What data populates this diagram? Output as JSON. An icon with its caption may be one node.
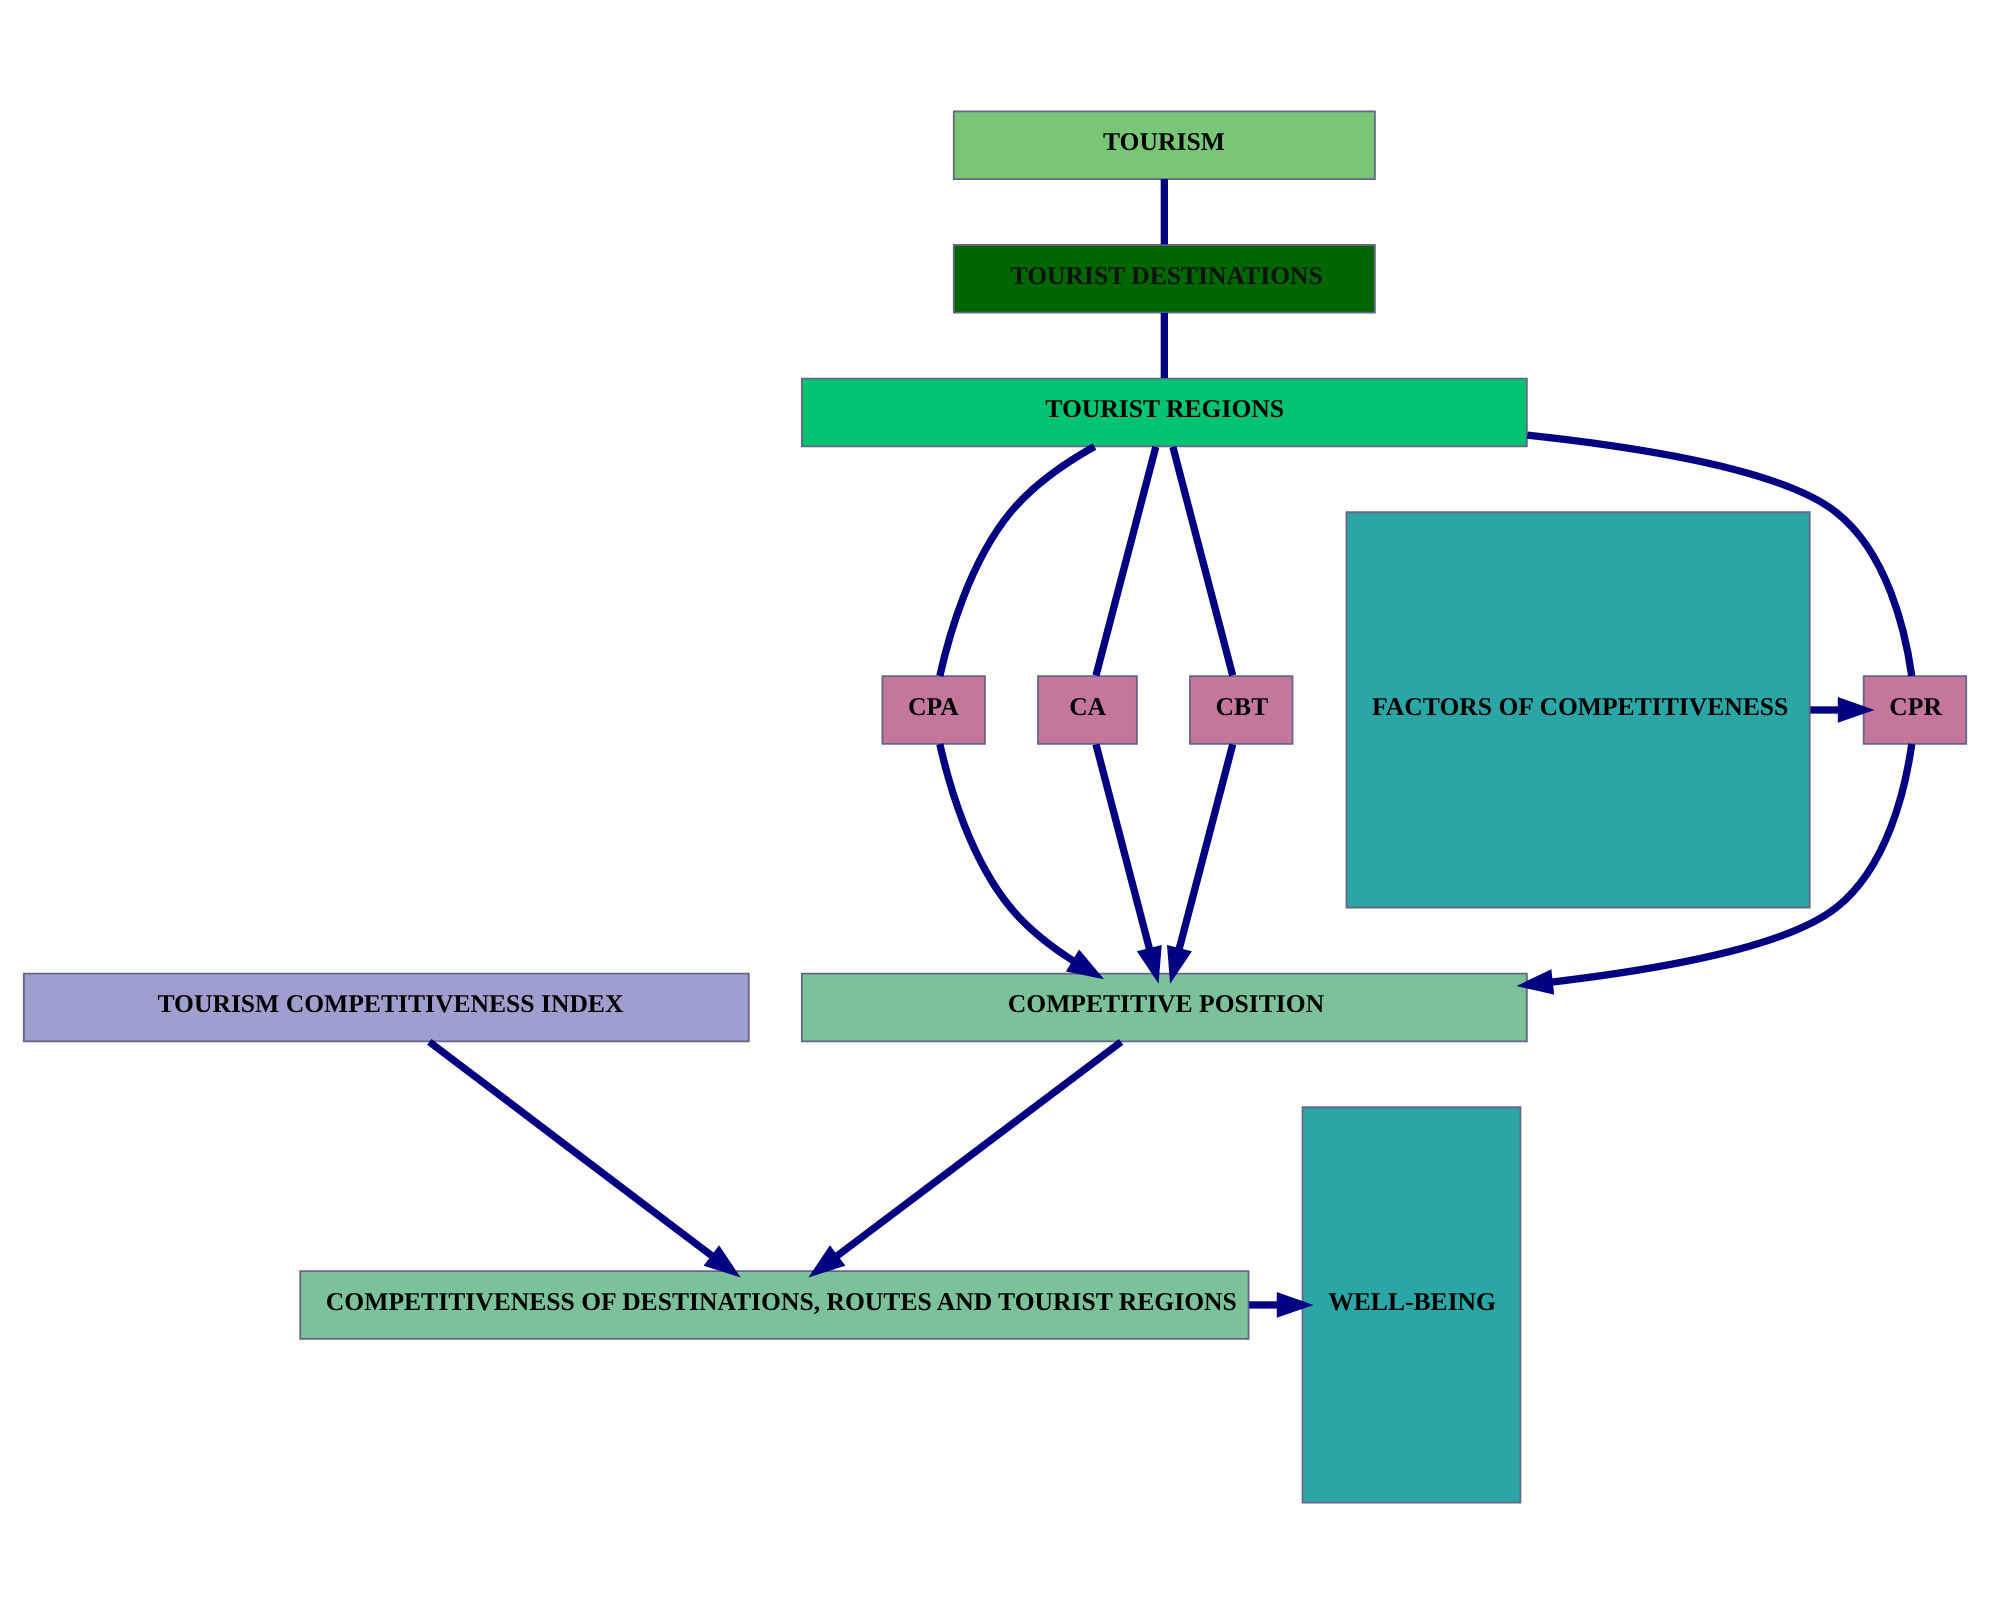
{
  "diagram": {
    "nodes": [
      {
        "text": [
          "TOURISM COMPETITIVENESS INDEX"
        ]
      },
      {
        "text": [
          "COMPETITIVENESS OF DESTINATIONS, ROUTES AND TOURIST REGIONS"
        ]
      },
      {
        "text": [
          "FACTORS OF COMPETITIVENESS"
        ]
      },
      {
        "text": [
          "WELL-BEING"
        ]
      },
      {
        "text": [
          "COMPETITIVE POSITION"
        ]
      },
      {
        "text": [
          "CPR"
        ]
      },
      {
        "text": [
          "CPA"
        ]
      },
      {
        "text": [
          "CA"
        ]
      },
      {
        "text": [
          "CBT"
        ]
      },
      {
        "text": [
          "TOURIST REGIONS"
        ]
      },
      {
        "text": [
          "TOURIST DESTINATIONS"
        ]
      },
      {
        "text": [
          "TOURISM"
        ]
      }
    ],
    "edges": [
      {
        "from": 0,
        "to": 1,
        "arrow": "to"
      },
      {
        "from": 1,
        "to": 3,
        "arrow": "to"
      },
      {
        "from": 4,
        "to": 1,
        "arrow": "to"
      },
      {
        "from": 5,
        "to": 4,
        "arrow": "to"
      },
      {
        "from": 6,
        "to": 4,
        "arrow": "to"
      },
      {
        "from": 7,
        "to": 4,
        "arrow": "to"
      },
      {
        "from": 8,
        "to": 4,
        "arrow": "to"
      },
      {
        "from": 2,
        "to": 5,
        "arrow": "to"
      },
      {
        "from": 9,
        "to": 5,
        "arrow": "none"
      },
      {
        "from": 9,
        "to": 6,
        "arrow": "none"
      },
      {
        "from": 9,
        "to": 7,
        "arrow": "none"
      },
      {
        "from": 9,
        "to": 8,
        "arrow": "none"
      },
      {
        "from": 10,
        "to": 9,
        "arrow": "none"
      },
      {
        "from": 11,
        "to": 10,
        "arrow": "none"
      }
    ]
  }
}
